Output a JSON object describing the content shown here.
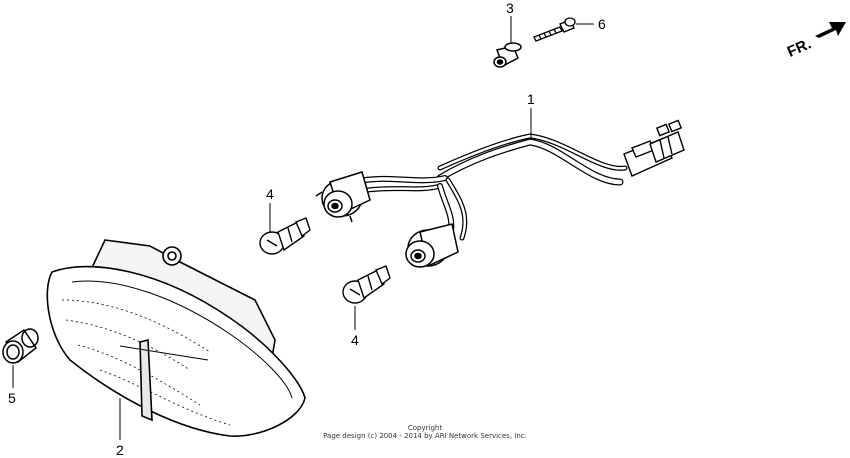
{
  "direction_label": "FR.",
  "callouts": {
    "harness": "1",
    "lens": "2",
    "collar": "3",
    "bulb_left": "4",
    "bulb_lower": "4",
    "grommet": "5",
    "bolt": "6"
  },
  "copyright": {
    "line1": "Copyright",
    "line2": "Page design (c) 2004 - 2014 by ARI Network Services, Inc."
  }
}
